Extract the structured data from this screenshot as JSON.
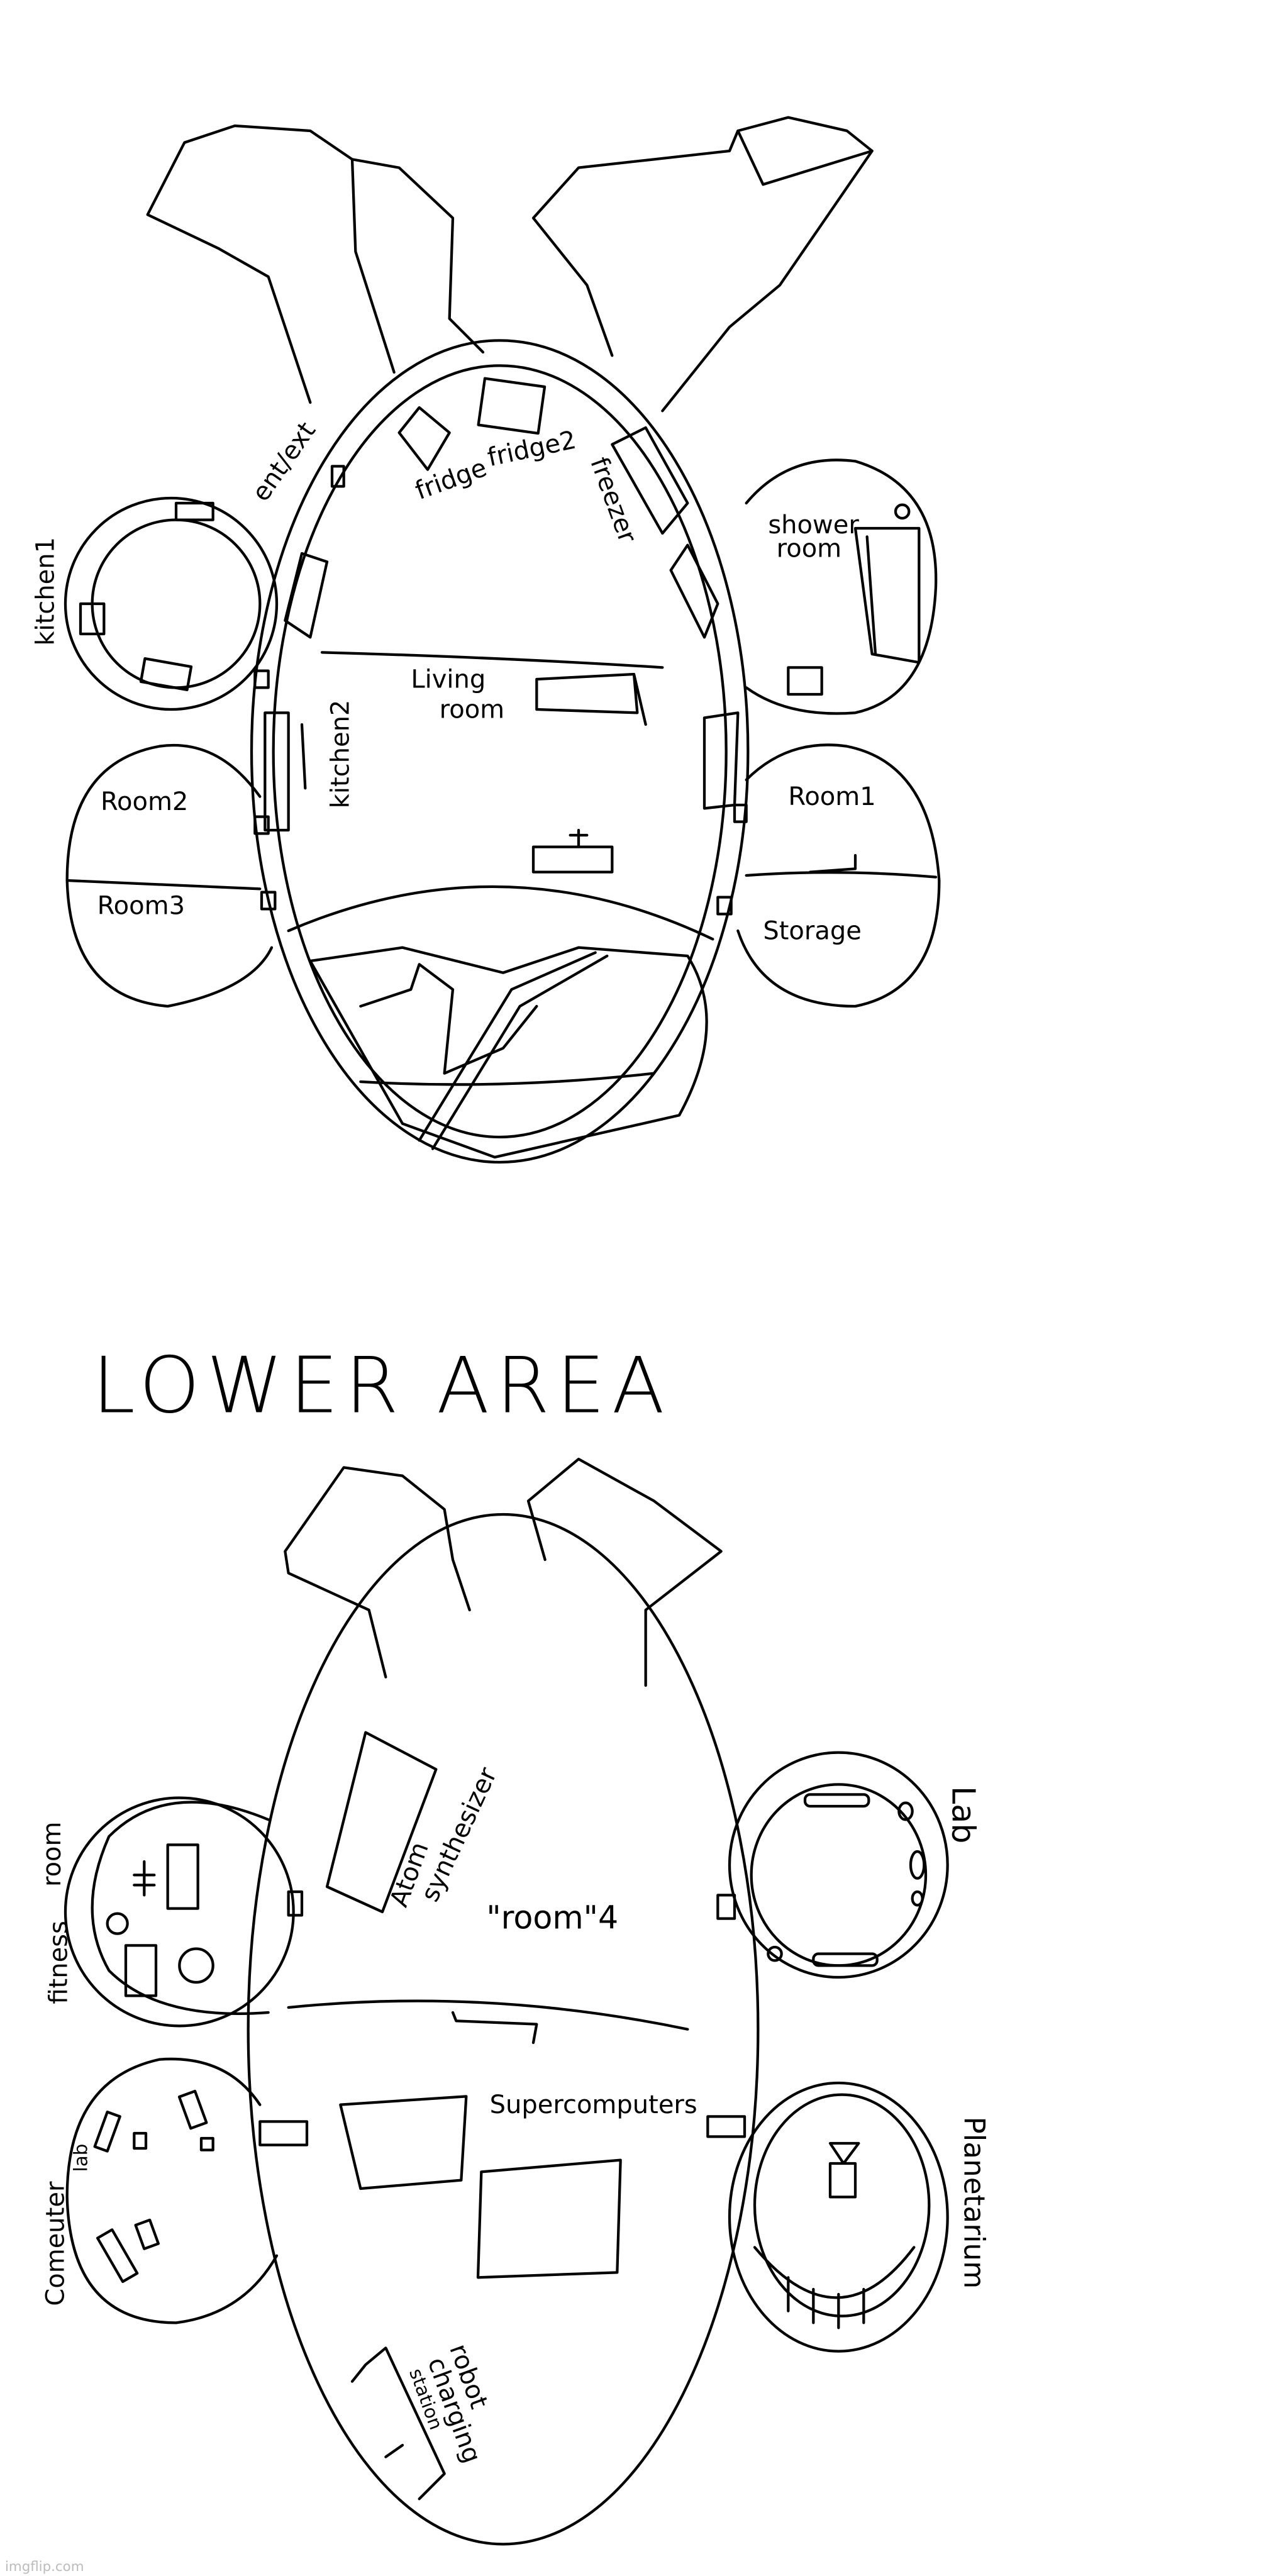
{
  "upper_area": {
    "labels": {
      "entrance": "ent/ext",
      "fridge": "fridge",
      "fridge2": "fridge2",
      "freezer": "freezer",
      "kitchen1": "kitchen1",
      "kitchen2": "kitchen2",
      "shower_room": [
        "shower",
        "room"
      ],
      "living_room": [
        "Living",
        "room"
      ],
      "room2": "Room2",
      "room3": "Room3",
      "room1": "Room1",
      "storage": "Storage"
    }
  },
  "section_title": "LOWER AREA",
  "lower_area": {
    "labels": {
      "fitness_room": [
        "fitness",
        "room"
      ],
      "atom_synthesizer": [
        "Atom",
        "synthesizer"
      ],
      "room4": "\"room\"4",
      "lab": "Lab",
      "computer_lab": [
        "Comeuter",
        "lab"
      ],
      "supercomputers": "Supercomputers",
      "planetarium": "Planetarium",
      "robot_charging_station": [
        "robot",
        "charging",
        "station"
      ]
    }
  },
  "watermark": "imgflip.com",
  "colors": {
    "stroke": "#000000",
    "background": "#ffffff"
  }
}
